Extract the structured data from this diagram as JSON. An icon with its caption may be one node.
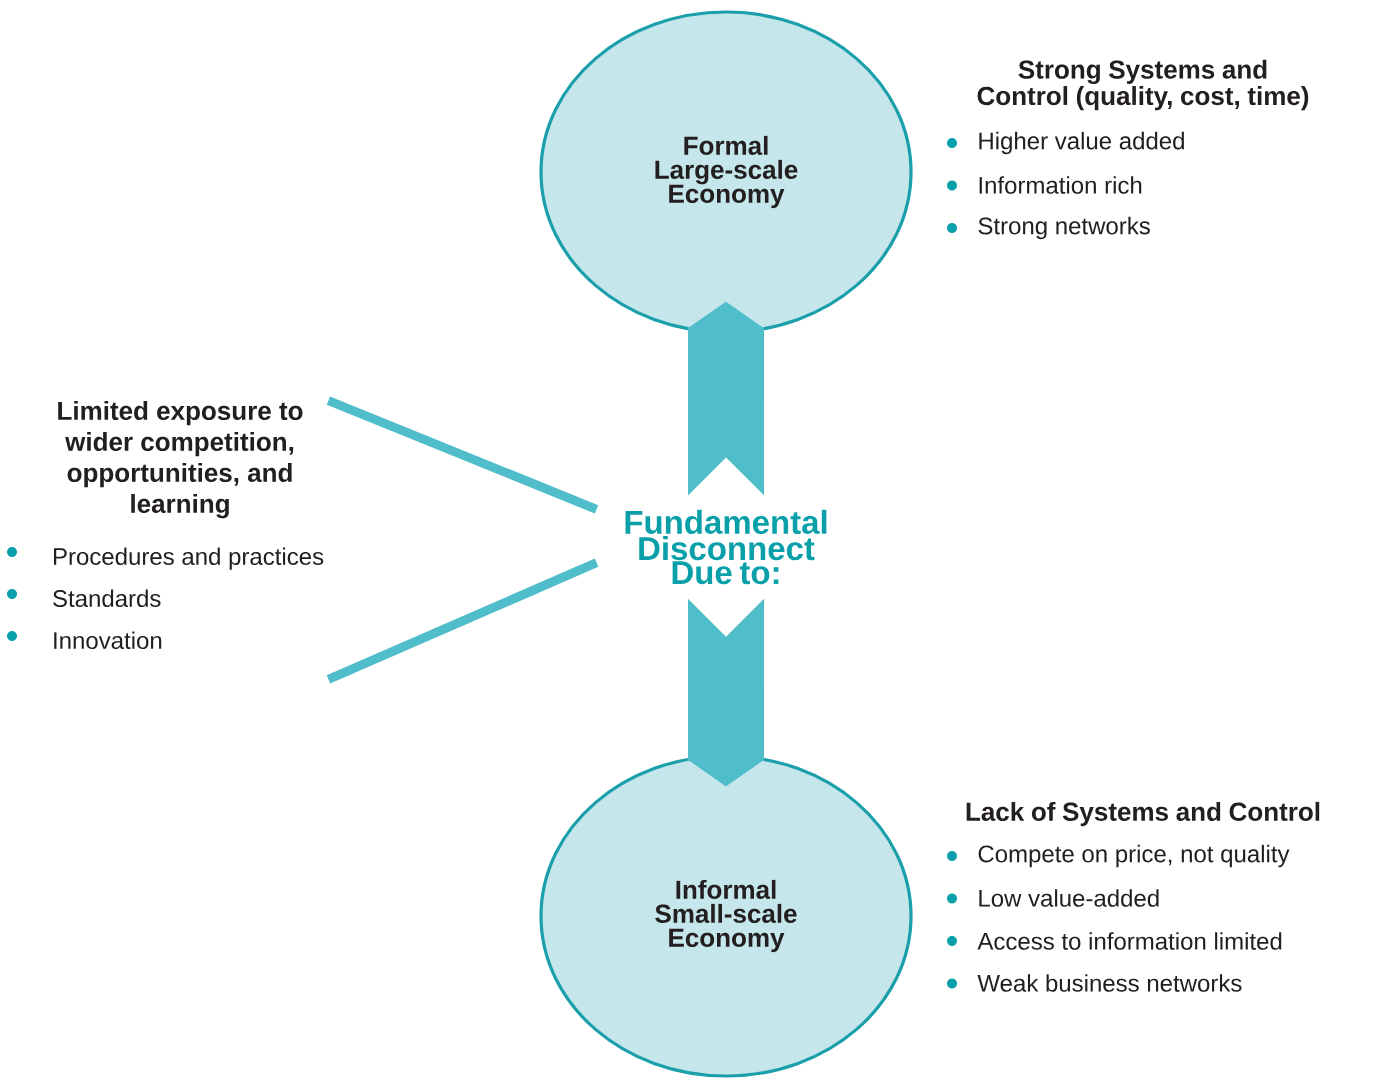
{
  "diagram": {
    "nodes": [
      {
        "text": [
          "Formal Large-scale Economy"
        ],
        "beside": [
          "Strong Systems and Control (quality, cost, time)",
          "Higher value added",
          "Information rich",
          "Strong networks"
        ]
      },
      {
        "text": [
          "Fundamental Disconnect Due to:"
        ]
      },
      {
        "text": [
          "Informal Small-scale Economy"
        ],
        "beside": [
          "Lack of Systems and Control",
          "Compete on price, not quality",
          "Low value-added",
          "Access to information limited",
          "Weak business networks"
        ]
      },
      {
        "text": [
          "Limited exposure to wider competition, opportunities, and learning",
          "Procedures and practices",
          "Standards",
          "Innovation"
        ]
      }
    ],
    "edges": [
      {
        "from": 1,
        "to": 0,
        "arrow": "to",
        "style": "thick"
      },
      {
        "from": 1,
        "to": 2,
        "arrow": "to",
        "style": "thick"
      },
      {
        "from": 3,
        "to": 1,
        "arrow": "none"
      },
      {
        "from": 3,
        "to": 1,
        "arrow": "none"
      }
    ]
  }
}
